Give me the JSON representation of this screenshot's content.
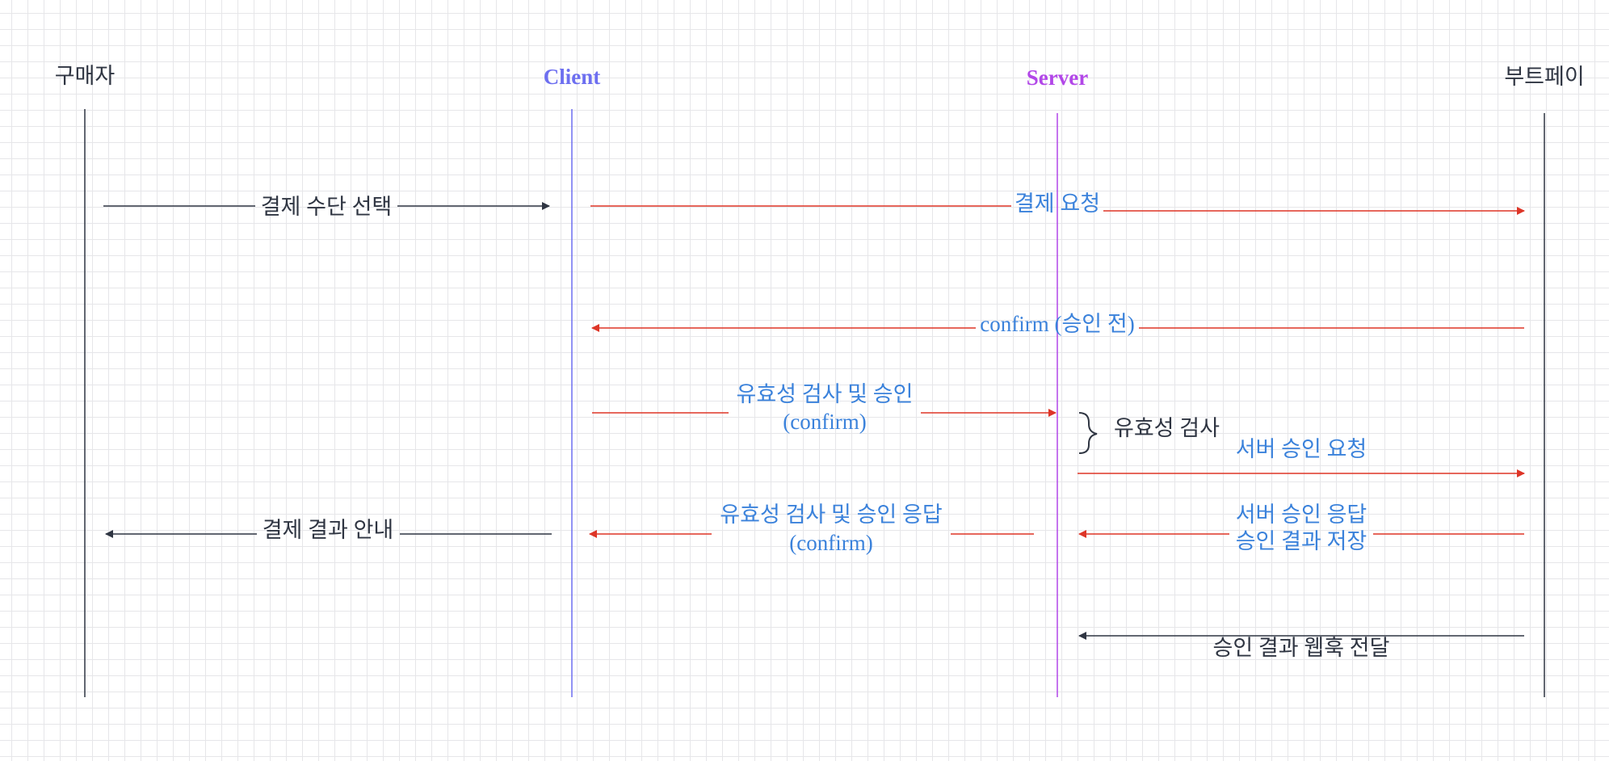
{
  "participants": [
    {
      "id": "buyer",
      "label": "구매자",
      "color": "#2f3542"
    },
    {
      "id": "client",
      "label": "Client",
      "color": "#6d6ff0"
    },
    {
      "id": "server",
      "label": "Server",
      "color": "#b247e8"
    },
    {
      "id": "bootpay",
      "label": "부트페이",
      "color": "#2f3542"
    }
  ],
  "messages": [
    {
      "id": "select-method",
      "lines": [
        "결제 수단 선택"
      ]
    },
    {
      "id": "payment-request",
      "lines": [
        "결제 요청"
      ]
    },
    {
      "id": "confirm-before-approval",
      "lines": [
        "confirm (승인 전)"
      ]
    },
    {
      "id": "validate-and-approve",
      "lines": [
        "유효성 검사 및 승인",
        "(confirm)"
      ]
    },
    {
      "id": "validation-note",
      "lines": [
        "유효성 검사"
      ]
    },
    {
      "id": "server-approval-request",
      "lines": [
        "서버 승인 요청"
      ]
    },
    {
      "id": "server-approval-response",
      "lines": [
        "서버 승인 응답",
        "승인 결과 저장"
      ]
    },
    {
      "id": "validate-and-approve-response",
      "lines": [
        "유효성 검사 및 승인 응답",
        "(confirm)"
      ]
    },
    {
      "id": "payment-result-notice",
      "lines": [
        "결제 결과 안내"
      ]
    },
    {
      "id": "approval-webhook",
      "lines": [
        "승인 결과 웹훅 전달"
      ]
    }
  ],
  "colors": {
    "dark": "#2f3542",
    "red": "#dd3527",
    "blue_text": "#3b82db",
    "client": "#6d6ff0",
    "server": "#b247e8"
  }
}
